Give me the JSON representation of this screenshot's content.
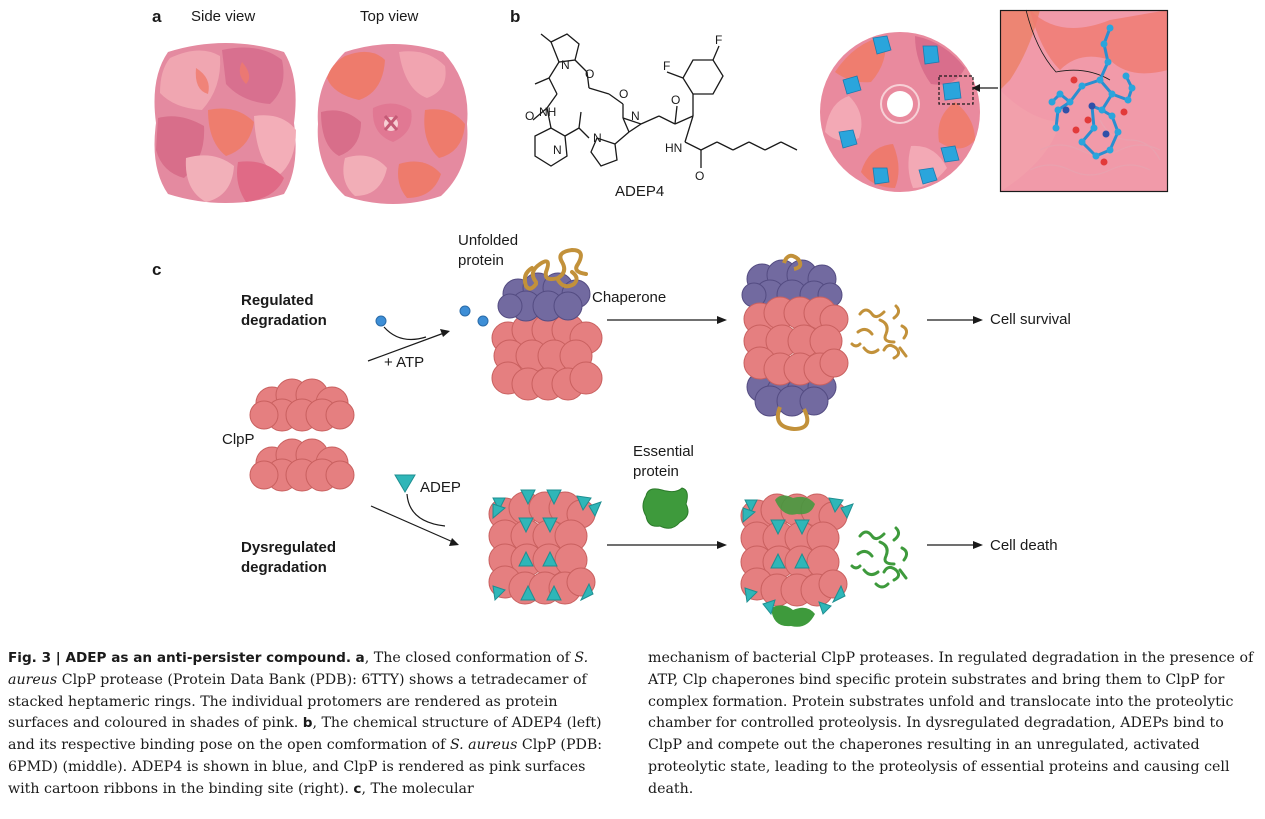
{
  "panel_a": {
    "letter": "a",
    "side_view_label": "Side view",
    "top_view_label": "Top view"
  },
  "panel_b": {
    "letter": "b",
    "compound_name": "ADEP4",
    "atom_labels": {
      "fluorine": "F",
      "oxygen": "O",
      "nitrogen": "N",
      "amide_nh": "NH",
      "hn": "HN"
    }
  },
  "panel_c": {
    "letter": "c",
    "regulated_label": "Regulated degradation",
    "dysregulated_label": "Dysregulated degradation",
    "atp_label": "+ ATP",
    "adep_label": "ADEP",
    "clpp_label": "ClpP",
    "unfolded_label": "Unfolded protein",
    "chaperone_label": "Chaperone",
    "essential_label": "Essential protein",
    "survival_label": "Cell survival",
    "death_label": "Cell death"
  },
  "colors": {
    "clpp_pink": "#e57f80",
    "chaperone_purple": "#726aa0",
    "adep_teal": "#2fb6b8",
    "unfolded_gold": "#c2913a",
    "essential_green": "#3e9a3c",
    "ligand_blue": "#2aa5dc"
  },
  "caption": {
    "title": "Fig. 3 | ADEP as an anti-persister compound.",
    "col1_a_letter": "a",
    "col1_a": ", The closed conformation of ",
    "col1_species1": "S. aureus",
    "col1_a2": " ClpP protease (Protein Data Bank (PDB): 6TTY) shows a tetradecamer of stacked heptameric rings. The individual protomers are rendered as protein surfaces and coloured in shades of pink. ",
    "col1_b_letter": "b",
    "col1_b": ", The chemical structure of ADEP4 (left) and its respective binding pose on the open comformation of ",
    "col1_species2": "S. aureus",
    "col1_b2": " ClpP (PDB: 6PMD) (middle). ADEP4 is shown in blue, and ClpP is rendered as pink surfaces with cartoon ribbons in the binding site (right). ",
    "col1_c_letter": "c",
    "col1_c": ", The molecular",
    "col2": "mechanism of bacterial ClpP proteases. In regulated degradation in the presence of ATP, Clp chaperones bind specific protein substrates and bring them to ClpP for complex formation. Protein substrates unfold and translocate into the proteolytic chamber for controlled proteolysis. In dysregulated degradation, ADEPs bind to ClpP and compete out the chaperones resulting in an unregulated, activated proteolytic state, leading to the proteolysis of essential proteins and causing cell death."
  }
}
